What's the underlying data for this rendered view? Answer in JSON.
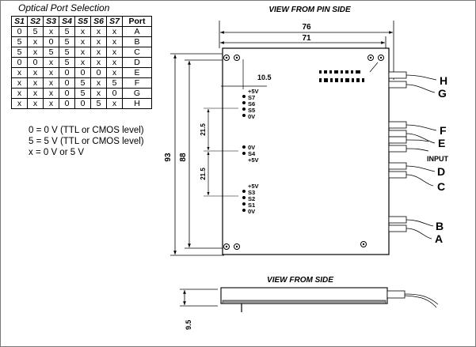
{
  "selection_table": {
    "title": "Optical Port Selection",
    "headers": [
      "S1",
      "S2",
      "S3",
      "S4",
      "S5",
      "S6",
      "S7",
      "Port"
    ],
    "rows": [
      [
        "0",
        "5",
        "x",
        "5",
        "x",
        "x",
        "x",
        "A"
      ],
      [
        "5",
        "x",
        "0",
        "5",
        "x",
        "x",
        "x",
        "B"
      ],
      [
        "5",
        "x",
        "5",
        "5",
        "x",
        "x",
        "x",
        "C"
      ],
      [
        "0",
        "0",
        "x",
        "5",
        "x",
        "x",
        "x",
        "D"
      ],
      [
        "x",
        "x",
        "x",
        "0",
        "0",
        "0",
        "x",
        "E"
      ],
      [
        "x",
        "x",
        "x",
        "0",
        "5",
        "x",
        "5",
        "F"
      ],
      [
        "x",
        "x",
        "x",
        "0",
        "5",
        "x",
        "0",
        "G"
      ],
      [
        "x",
        "x",
        "x",
        "0",
        "0",
        "5",
        "x",
        "H"
      ]
    ]
  },
  "legend": [
    "0 = 0 V (TTL or CMOS level)",
    "5 = 5 V (TTL or CMOS level)",
    "x = 0 V or 5 V"
  ],
  "pin_view": {
    "title": "VIEW FROM PIN SIDE",
    "dim_width_outer": "76",
    "dim_width_inner": "71",
    "dim_height_outer": "93",
    "dim_height_inner": "88",
    "dim_offset": "10.5",
    "dim_gap_upper": "21.5",
    "dim_gap_lower": "21.5",
    "pins_top": [
      "+5V",
      "S7",
      "S6",
      "S5",
      "0V"
    ],
    "pins_mid": [
      "0V",
      "S4",
      "+5V"
    ],
    "pins_bottom": [
      "+5V",
      "S3",
      "S2",
      "S1",
      "0V"
    ],
    "ports": [
      "H",
      "G",
      "F",
      "E",
      "D",
      "C",
      "B",
      "A"
    ],
    "input_label": "INPUT"
  },
  "side_view": {
    "title": "VIEW FROM SIDE",
    "dim_thickness": "9.5"
  },
  "colors": {
    "line": "#000000",
    "pcb_grey": "#9a9a9a",
    "border": "#7a7a7a"
  }
}
